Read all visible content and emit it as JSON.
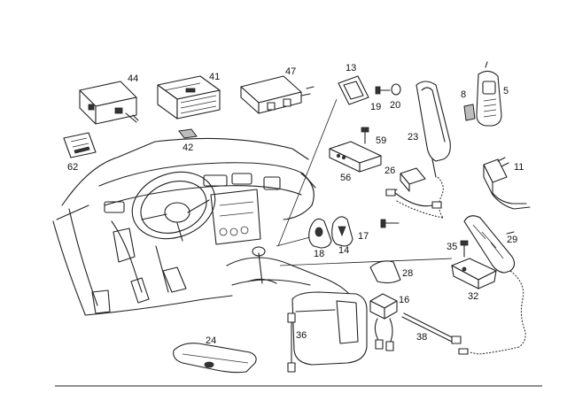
{
  "part_numbers": {
    "p44": "44",
    "p41": "41",
    "p47": "47",
    "p13": "13",
    "p8": "8",
    "p5": "5",
    "p19": "19",
    "p20": "20",
    "p42": "42",
    "p62": "62",
    "p23": "23",
    "p59": "59",
    "p11": "11",
    "p56": "56",
    "p26": "26",
    "p17": "17",
    "p18": "18",
    "p14": "14",
    "p35": "35",
    "p29": "29",
    "p28": "28",
    "p32": "32",
    "p16": "16",
    "p24": "24",
    "p36": "36",
    "p38": "38"
  }
}
